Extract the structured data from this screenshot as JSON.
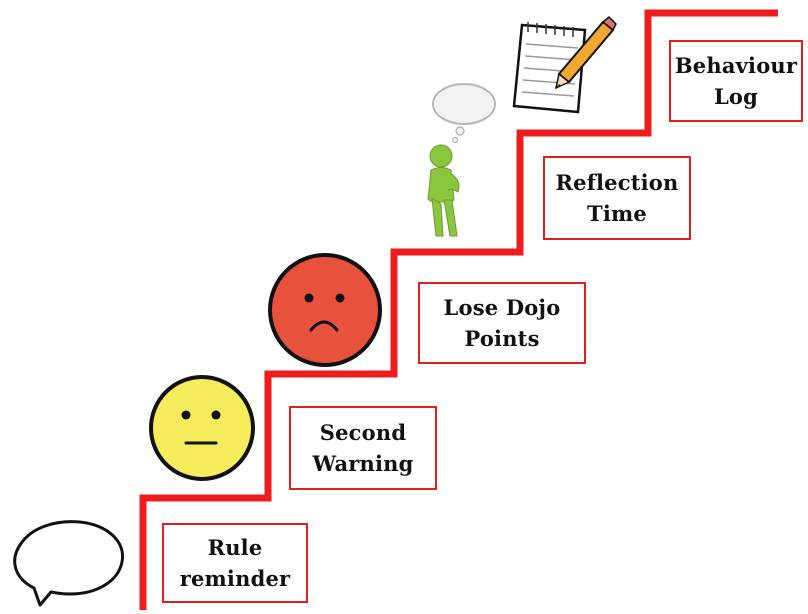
{
  "steps": [
    {
      "line1": "Rule",
      "line2": "reminder",
      "icon": "speech-bubble-icon"
    },
    {
      "line1": "Second",
      "line2": "Warning",
      "icon": "neutral-face-icon"
    },
    {
      "line1": "Lose Dojo",
      "line2": "Points",
      "icon": "sad-face-icon"
    },
    {
      "line1": "Reflection",
      "line2": "Time",
      "icon": "thinking-person-icon"
    },
    {
      "line1": "Behaviour",
      "line2": "Log",
      "icon": "notepad-pencil-icon"
    }
  ],
  "colors": {
    "staircase": "#ee1c1c",
    "box_border": "#e0201c",
    "neutral_face": "#f5ec5c",
    "sad_face": "#e8523c",
    "figure": "#8cc63f"
  }
}
